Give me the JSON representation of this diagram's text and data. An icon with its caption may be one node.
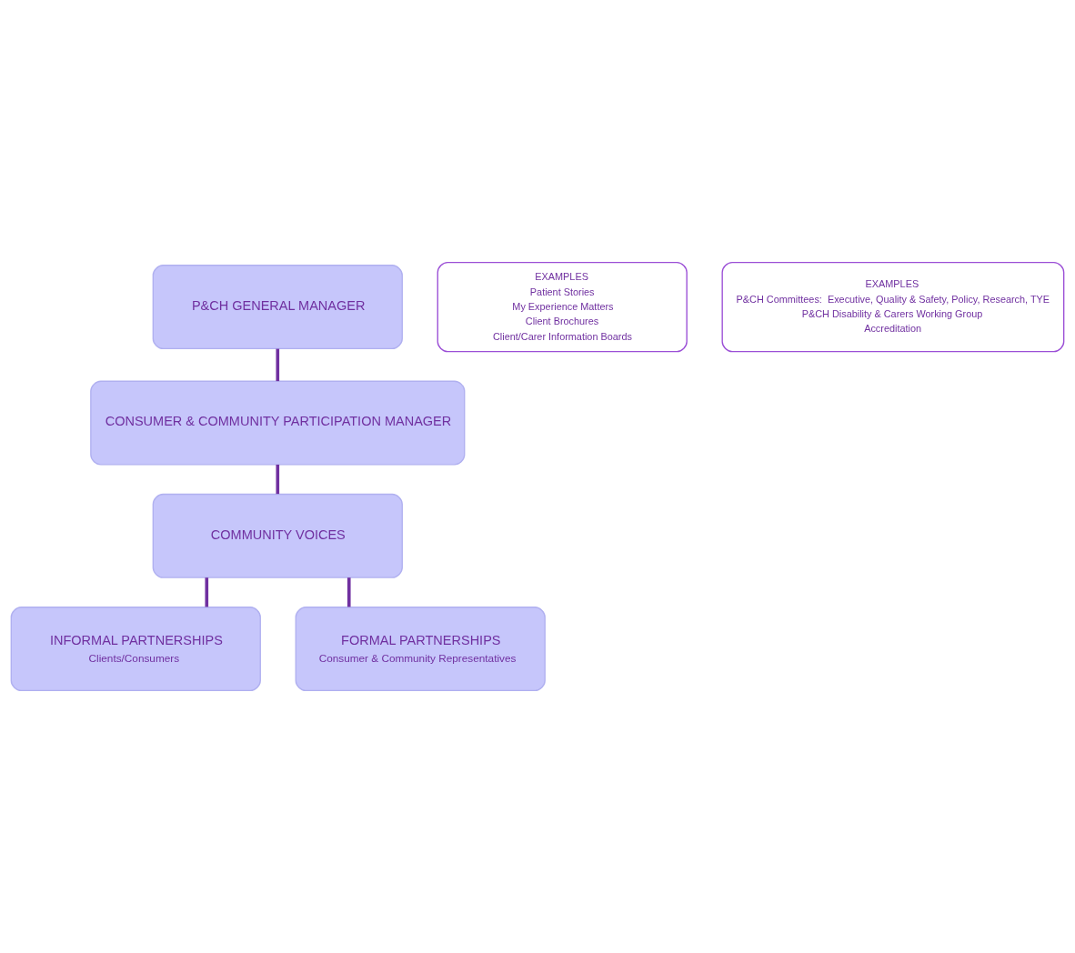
{
  "diagram": {
    "nodes": [
      {
        "text": [
          "P&CH GENERAL MANAGER"
        ]
      },
      {
        "text": [
          "CONSUMER & COMMUNITY PARTICIPATION MANAGER"
        ]
      },
      {
        "text": [
          "COMMUNITY VOICES"
        ]
      },
      {
        "text": [
          "INFORMAL PARTNERSHIPS",
          "Clients/Consumers"
        ]
      },
      {
        "text": [
          "EXAMPLES",
          "Patient Stories",
          "My Experience Matters",
          "Client Brochures",
          "Client/Carer Information Boards"
        ]
      },
      {
        "text": [
          "FORMAL PARTNERSHIPS",
          "Consumer & Community Representatives"
        ]
      },
      {
        "text": [
          "EXAMPLES",
          "P&CH Committees:  Executive, Quality & Safety, Policy, Research, TYE",
          "P&CH Disability & Carers Working Group",
          "Accreditation"
        ]
      }
    ],
    "edges": [
      {
        "from": 0,
        "to": 1,
        "arrow": "none"
      },
      {
        "from": 1,
        "to": 2,
        "arrow": "none"
      },
      {
        "from": 2,
        "to": 3,
        "arrow": "none"
      },
      {
        "from": 2,
        "to": 5,
        "arrow": "none"
      }
    ]
  }
}
